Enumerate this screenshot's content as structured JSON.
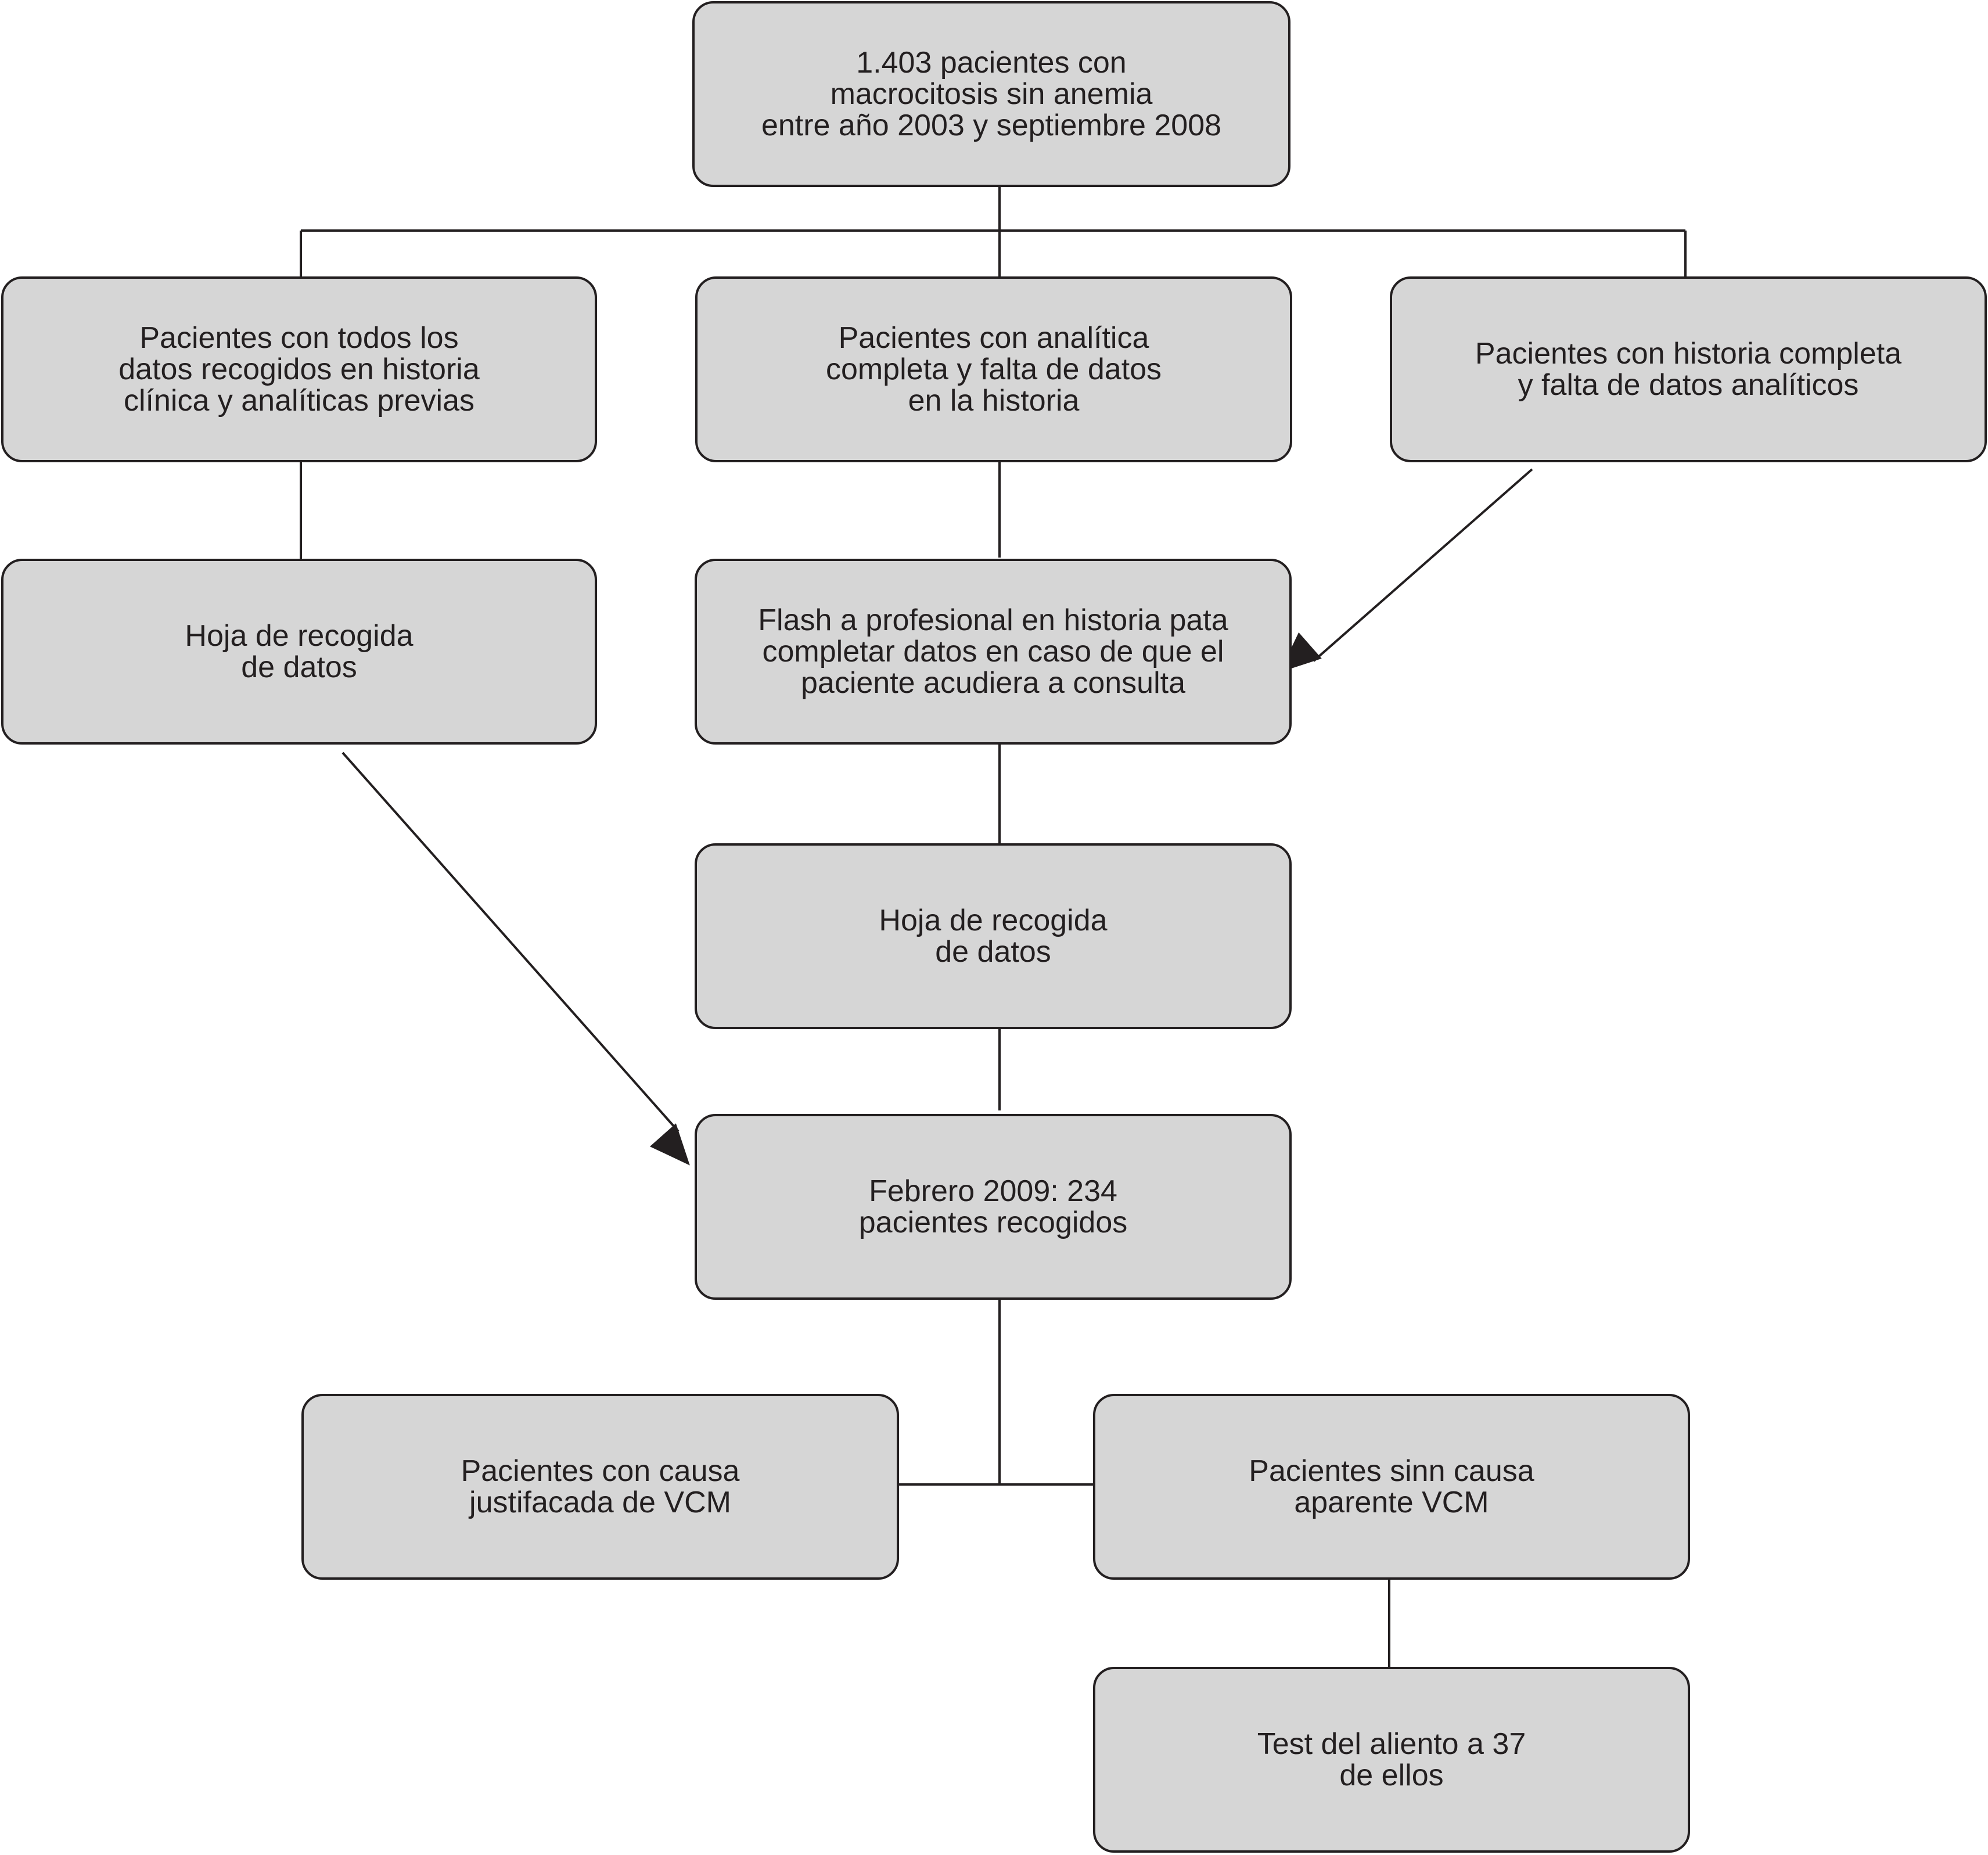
{
  "nodes": {
    "total": "1.403 pacientes con\nmacrocitosis sin anemia\nentre año 2003 y septiembre 2008",
    "complete": "Pacientes con todos los\ndatos recogidos en historia\nclínica y analíticas previas",
    "lab_complete": "Pacientes con analítica\ncompleta y falta de datos\nen la historia",
    "history_complete": "Pacientes con historia completa\ny falta de datos analíticos",
    "sheet_left": "Hoja de recogida\nde datos",
    "flash": "Flash a profesional en historia pata\ncompletar datos en caso de que el\npaciente acudiera a consulta",
    "sheet_center": "Hoja de recogida\nde datos",
    "feb2009": "Febrero 2009: 234\npacientes recogidos",
    "justified": "Pacientes con causa\njustifacada de VCM",
    "no_cause": "Pacientes sinn causa\naparente VCM",
    "breath_test": "Test del aliento a 37\nde ellos"
  },
  "colors": {
    "box_fill": "#d6d6d6",
    "stroke": "#231f20"
  }
}
